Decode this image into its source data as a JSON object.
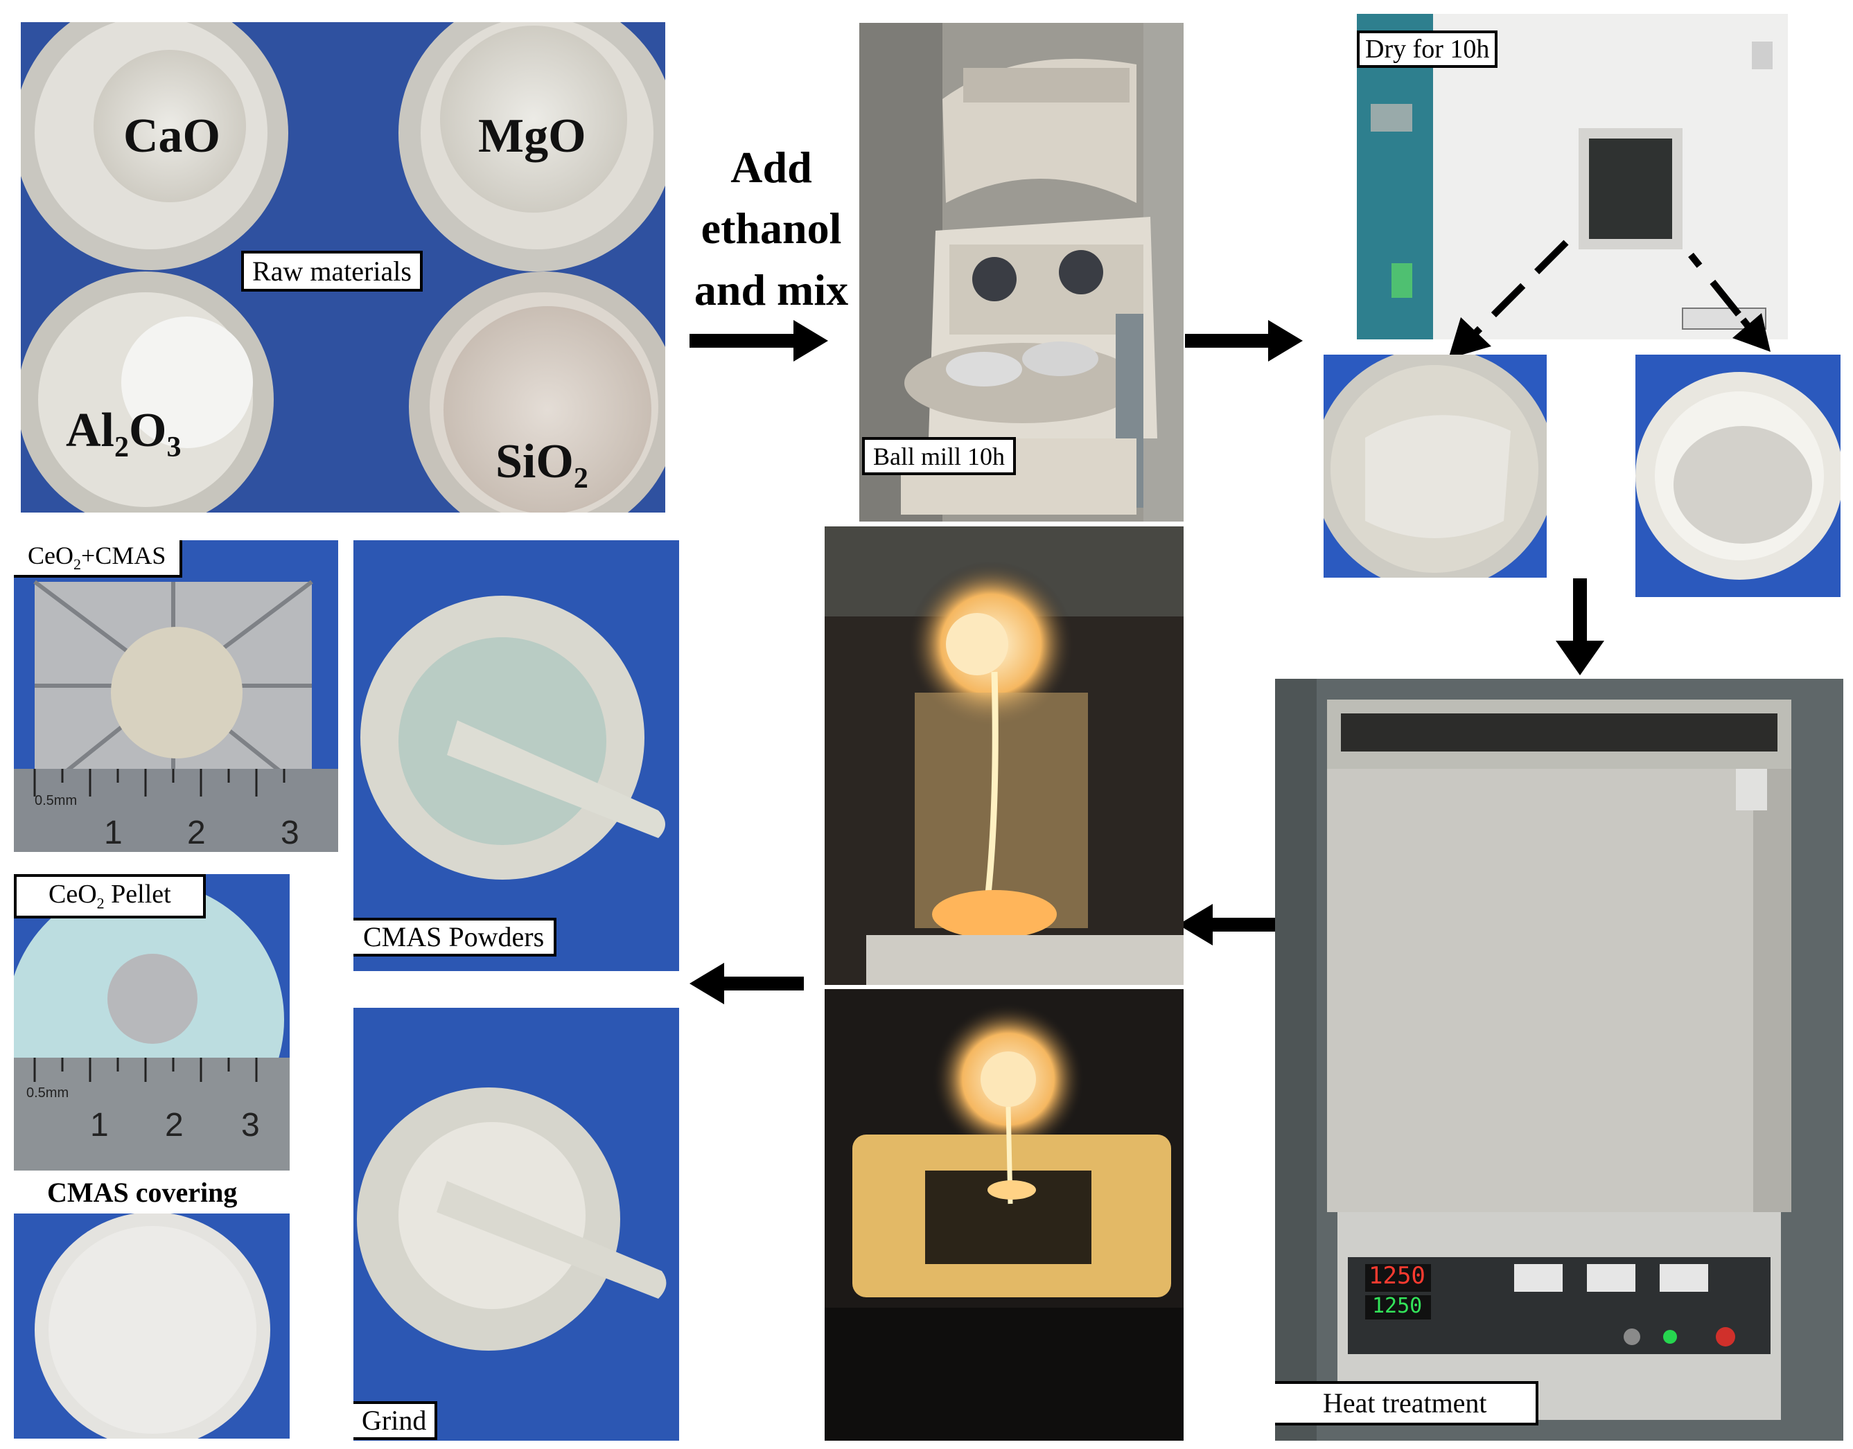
{
  "raw_materials": {
    "label": "Raw materials",
    "bowls": [
      {
        "formula": "CaO"
      },
      {
        "formula": "MgO"
      },
      {
        "formula": "Al",
        "sub": "2",
        "formula2": "O",
        "sub2": "3"
      },
      {
        "formula": "SiO",
        "sub": "2"
      }
    ]
  },
  "mix_step": {
    "lines": [
      "Add",
      "ethanol",
      "and mix"
    ]
  },
  "ball_mill": {
    "label": "Ball mill 10h"
  },
  "dry": {
    "label": "Dry for 10h"
  },
  "heat": {
    "label": "Heat treatment",
    "display_top": "1250",
    "display_bottom": "1250"
  },
  "samples": {
    "cmas_pellet_label_a": "CeO",
    "cmas_pellet_label_sub": "2",
    "cmas_pellet_label_b": "+CMAS",
    "ceo2_pellet_label_a": "CeO",
    "ceo2_pellet_label_sub": "2",
    "ceo2_pellet_label_b": " Pellet",
    "covering_label": "CMAS covering",
    "ruler_unit": "0.5mm",
    "ruler_numbers": [
      "1",
      "2",
      "3"
    ]
  },
  "powders": {
    "label": "CMAS Powders"
  },
  "grind": {
    "label": "Grind"
  }
}
